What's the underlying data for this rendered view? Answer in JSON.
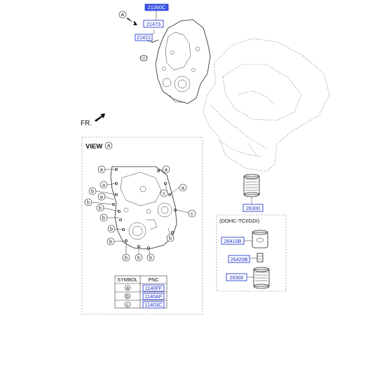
{
  "callouts": {
    "top_selected": "21350C",
    "top_a": "21473",
    "top_b": "21421",
    "filter_main": "26300",
    "dohc_a": "26410B",
    "dohc_b": "26420B",
    "dohc_c": "26300"
  },
  "labels": {
    "view_marker": "A",
    "front_label": "FR.",
    "view_title": "VIEW",
    "view_circle": "A",
    "dohc_title": "(DOHC-TCI/GDI)"
  },
  "symbol_table": {
    "headers": [
      "SYMBOL",
      "PNC"
    ],
    "rows": [
      {
        "symbol": "a",
        "pnc": "1140FF"
      },
      {
        "symbol": "b",
        "pnc": "1140AF"
      },
      {
        "symbol": "c",
        "pnc": "11403C"
      }
    ]
  },
  "view_symbols": {
    "a": "a",
    "b": "b",
    "c": "c"
  },
  "colors": {
    "pnc_border": "#2a3fd1",
    "pnc_text": "#1c2ac6",
    "pnc_selected_fill": "#3b55e6"
  }
}
